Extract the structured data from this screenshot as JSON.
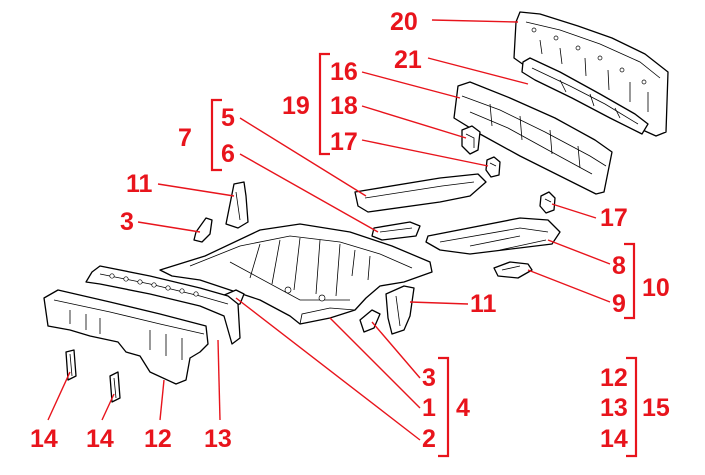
{
  "colors": {
    "label": "#e8141c",
    "line": "#000000",
    "background": "#ffffff"
  },
  "labels": {
    "l20": "20",
    "l21": "21",
    "l16": "16",
    "l18": "18",
    "l19": "19",
    "l17a": "17",
    "l5": "5",
    "l6": "6",
    "l7": "7",
    "l11a": "11",
    "l3a": "3",
    "l17b": "17",
    "l8": "8",
    "l9": "9",
    "l10": "10",
    "l11b": "11",
    "l3b": "3",
    "l1": "1",
    "l4": "4",
    "l2": "2",
    "l14a": "14",
    "l14b": "14",
    "l12a": "12",
    "l13a": "13",
    "l12b": "12",
    "l13b": "13",
    "l14c": "14",
    "l15": "15"
  }
}
